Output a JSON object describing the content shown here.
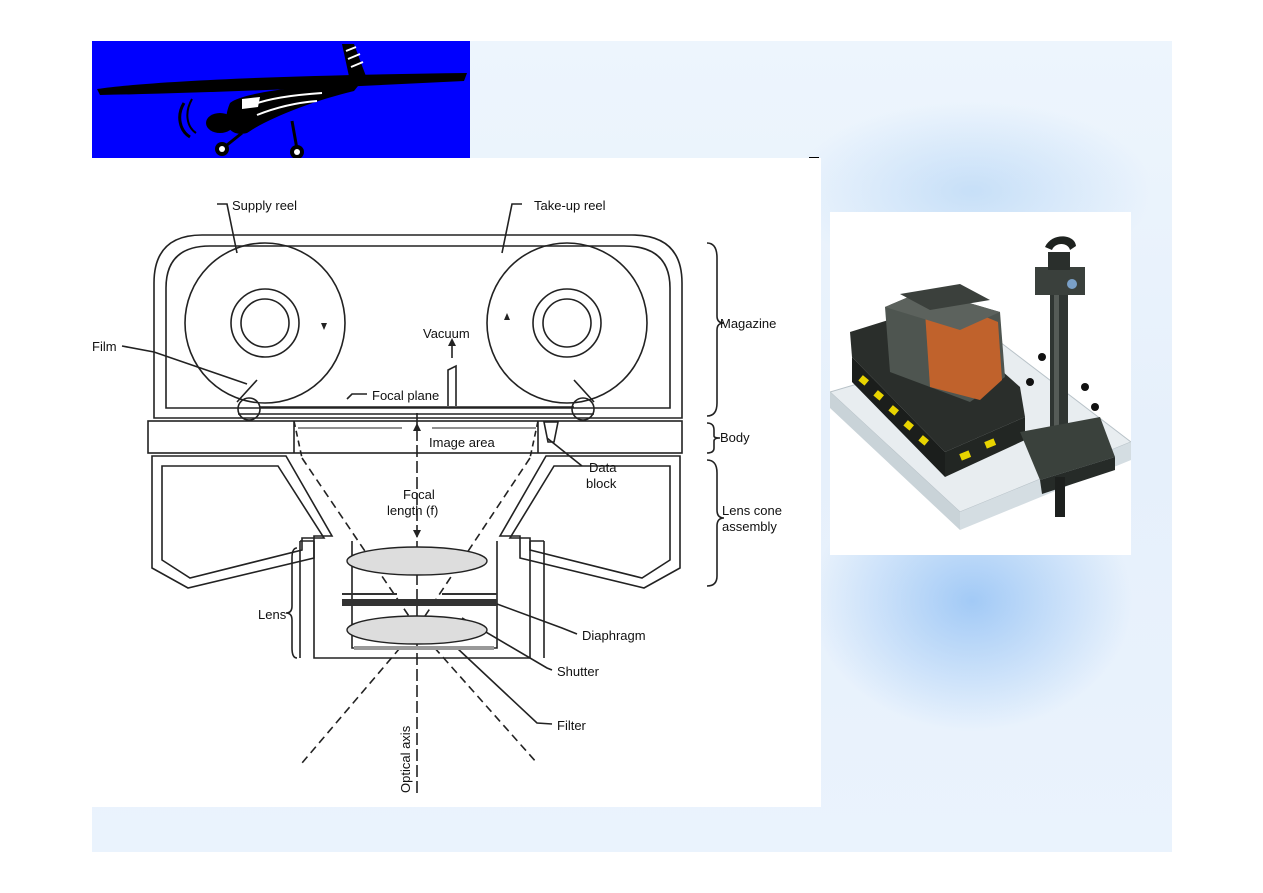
{
  "diagram": {
    "labels": {
      "supply_reel": "Supply reel",
      "takeup_reel": "Take-up reel",
      "magazine": "Magazine",
      "film": "Film",
      "vacuum": "Vacuum",
      "focal_plane": "Focal plane",
      "body": "Body",
      "image_area": "Image area",
      "data_block_1": "Data",
      "data_block_2": "block",
      "focal_length_1": "Focal",
      "focal_length_2": "length (f)",
      "lens_cone_1": "Lens cone",
      "lens_cone_2": "assembly",
      "lens": "Lens",
      "diaphragm": "Diaphragm",
      "shutter": "Shutter",
      "filter": "Filter",
      "optical_axis": "Optical axis"
    }
  },
  "colors": {
    "logo_background": "#0000ff",
    "slide_background": "#e8f2fc"
  },
  "icons": {
    "logo": "airplane-icon",
    "photo": "aerial-camera-photo"
  }
}
